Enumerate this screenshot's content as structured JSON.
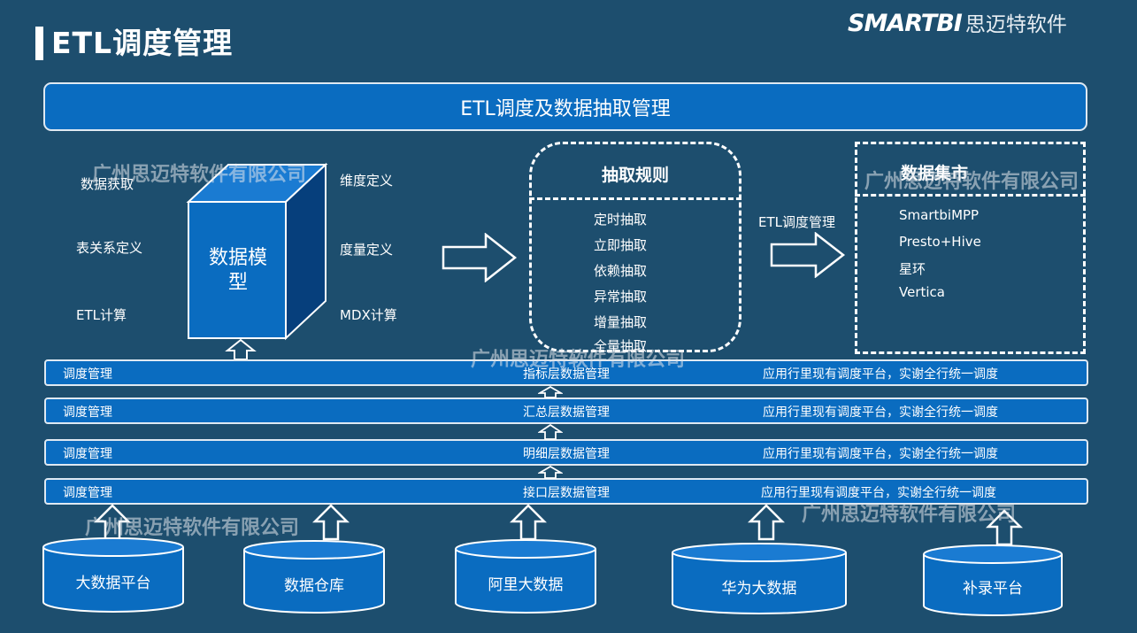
{
  "header": {
    "title": "ETL调度管理"
  },
  "logo": {
    "brand": "SMARTBI",
    "cn": "思迈特软件"
  },
  "banner": {
    "label": "ETL调度及数据抽取管理"
  },
  "model": {
    "cube_label": "数据模型",
    "left_labels": [
      "数据获取",
      "表关系定义",
      "ETL计算"
    ],
    "right_labels": [
      "维度定义",
      "度量定义",
      "MDX计算"
    ]
  },
  "rules": {
    "title": "抽取规则",
    "items": [
      "定时抽取",
      "立即抽取",
      "依赖抽取",
      "异常抽取",
      "增量抽取",
      "全量抽取"
    ]
  },
  "etl_arrow_label": "ETL调度管理",
  "mart": {
    "title": "数据集市",
    "items": [
      "SmartbiMPP",
      "Presto+Hive",
      "星环",
      "Vertica"
    ]
  },
  "layers": [
    {
      "left": "调度管理",
      "center": "指标层数据管理",
      "right": "应用行里现有调度平台，实谢全行统一调度"
    },
    {
      "left": "调度管理",
      "center": "汇总层数据管理",
      "right": "应用行里现有调度平台，实谢全行统一调度"
    },
    {
      "left": "调度管理",
      "center": "明细层数据管理",
      "right": "应用行里现有调度平台，实谢全行统一调度"
    },
    {
      "left": "调度管理",
      "center": "接口层数据管理",
      "right": "应用行里现有调度平台，实谢全行统一调度"
    }
  ],
  "sources": [
    "大数据平台",
    "数据仓库",
    "阿里大数据",
    "华为大数据",
    "补录平台"
  ],
  "watermark": "广州思迈特软件有限公司",
  "colors": {
    "background": "#1d4e6e",
    "box_blue": "#0a6cc0",
    "cube_front": "#0a6cc0"
  }
}
